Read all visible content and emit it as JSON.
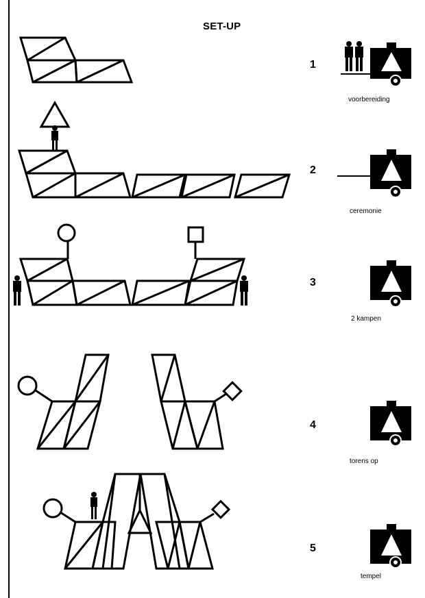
{
  "title": "SET-UP",
  "steps": [
    {
      "number": "1",
      "caption": "voorbereiding"
    },
    {
      "number": "2",
      "caption": "ceremonie"
    },
    {
      "number": "3",
      "caption": "2 kampen"
    },
    {
      "number": "4",
      "caption": "torens op"
    },
    {
      "number": "5",
      "caption": "tempel"
    }
  ],
  "colors": {
    "ink": "#000000",
    "paper": "#ffffff"
  },
  "icons": [
    "person-icon",
    "trailer-icon",
    "circle-flag-icon",
    "square-flag-icon",
    "triangle-sign-icon"
  ]
}
